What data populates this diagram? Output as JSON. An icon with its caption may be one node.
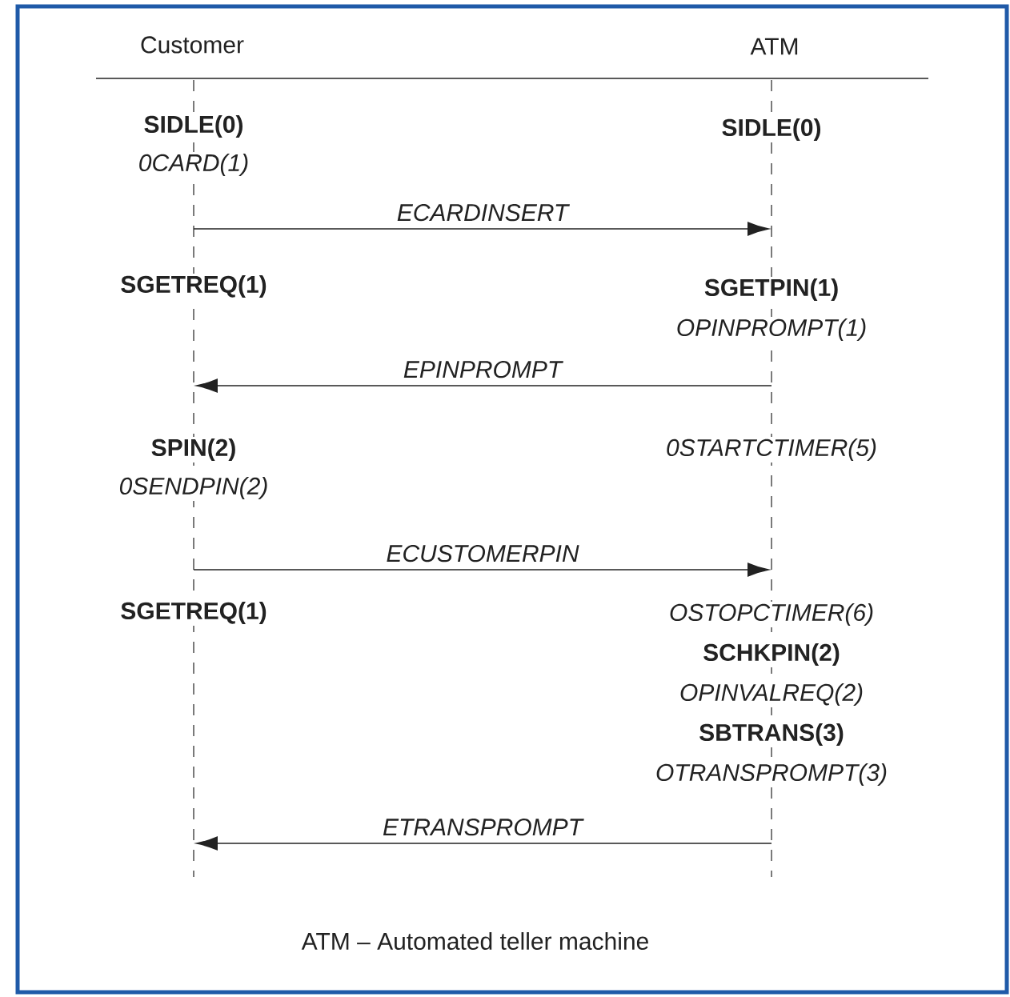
{
  "diagram": {
    "caption": "ATM – Automated teller machine",
    "nodes": [
      {
        "text": [
          "Customer"
        ]
      },
      {
        "text": [
          "ATM"
        ]
      },
      {
        "text": [],
        "shape": "line"
      },
      {
        "text": [],
        "shape": "line"
      }
    ],
    "edges": [
      {
        "from": 2,
        "to": 3,
        "arrow": "to",
        "label": "ECARDINSERT"
      },
      {
        "from": 3,
        "to": 2,
        "arrow": "to",
        "label": "EPINPROMPT"
      },
      {
        "from": 2,
        "to": 3,
        "arrow": "to",
        "label": "ECUSTOMERPIN"
      },
      {
        "from": 3,
        "to": 2,
        "arrow": "to",
        "label": "ETRANSPROMPT"
      }
    ],
    "labels": [
      "SIDLE(0)",
      "SIDLE(0)",
      "0CARD(1)",
      "SGETREQ(1)",
      "SGETPIN(1)",
      "OPINPROMPT(1)",
      "SPIN(2)",
      "0STARTCTIMER(5)",
      "0SENDPIN(2)",
      "SGETREQ(1)",
      "OSTOPCTIMER(6)",
      "SCHKPIN(2)",
      "OPINVALREQ(2)",
      "SBTRANS(3)",
      "OTRANSPROMPT(3)"
    ]
  }
}
